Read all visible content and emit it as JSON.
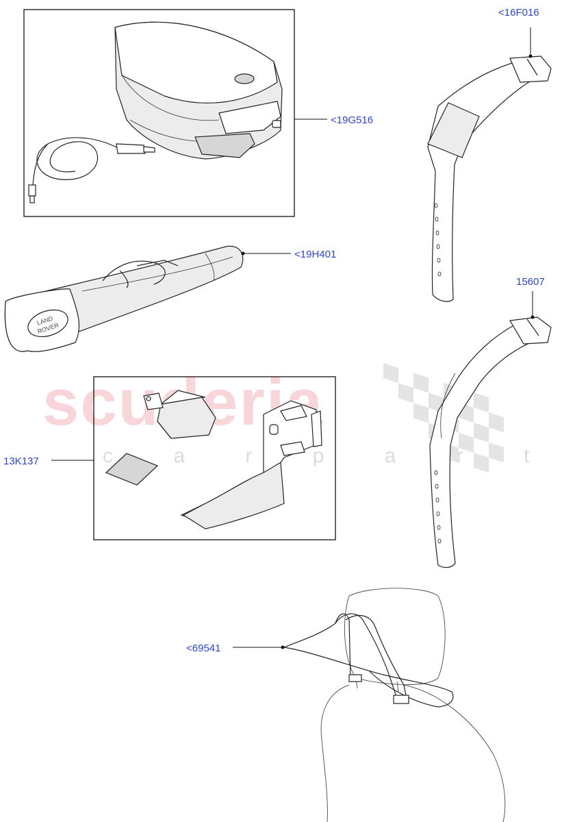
{
  "watermark": {
    "brand": "scuderia",
    "sub": "c a r   p a r t s"
  },
  "parts": {
    "cool_box": {
      "label": "<19G516"
    },
    "ski_bag": {
      "label": "<19H401"
    },
    "strap_upper": {
      "label": "<16F016"
    },
    "strap_lower": {
      "label": "15607"
    },
    "kit_box": {
      "label": "13K137"
    },
    "hanger": {
      "label": "<69541"
    }
  },
  "logo_text": {
    "line1": "LAND",
    "line2": "ROVER"
  },
  "colors": {
    "label": "#2a45d8",
    "watermark": "#f4b4bb",
    "line": "#222222"
  }
}
